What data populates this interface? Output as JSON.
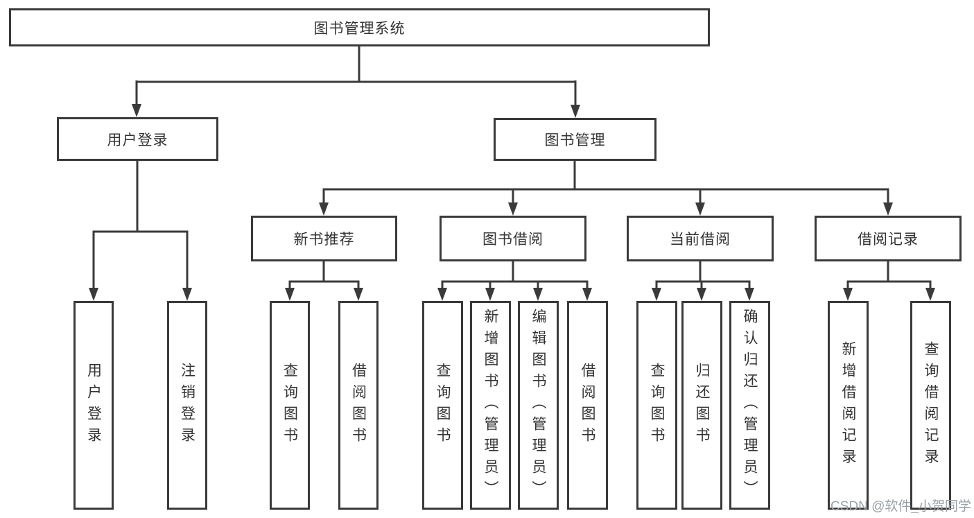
{
  "root": {
    "label": "图书管理系统"
  },
  "login_branch": {
    "label": "用户登录",
    "children": [
      {
        "label": "用户登录"
      },
      {
        "label": "注销登录"
      }
    ]
  },
  "mgmt_branch": {
    "label": "图书管理",
    "sections": [
      {
        "label": "新书推荐",
        "children": [
          {
            "label": "查询图书"
          },
          {
            "label": "借阅图书"
          }
        ]
      },
      {
        "label": "图书借阅",
        "children": [
          {
            "label": "查询图书"
          },
          {
            "label": "新增图书（管理员）"
          },
          {
            "label": "编辑图书（管理员）"
          },
          {
            "label": "借阅图书"
          }
        ]
      },
      {
        "label": "当前借阅",
        "children": [
          {
            "label": "查询图书"
          },
          {
            "label": "归还图书"
          },
          {
            "label": "确认归还（管理员）"
          }
        ]
      },
      {
        "label": "借阅记录",
        "children": [
          {
            "label": "新增借阅记录"
          },
          {
            "label": "查询借阅记录"
          }
        ]
      }
    ]
  },
  "watermark": {
    "text": "CSDN @软件_小贺同学"
  },
  "colors": {
    "line": "#3a3a3a",
    "text": "#333333",
    "watermark": "#9aa0a6",
    "background": "#ffffff"
  }
}
